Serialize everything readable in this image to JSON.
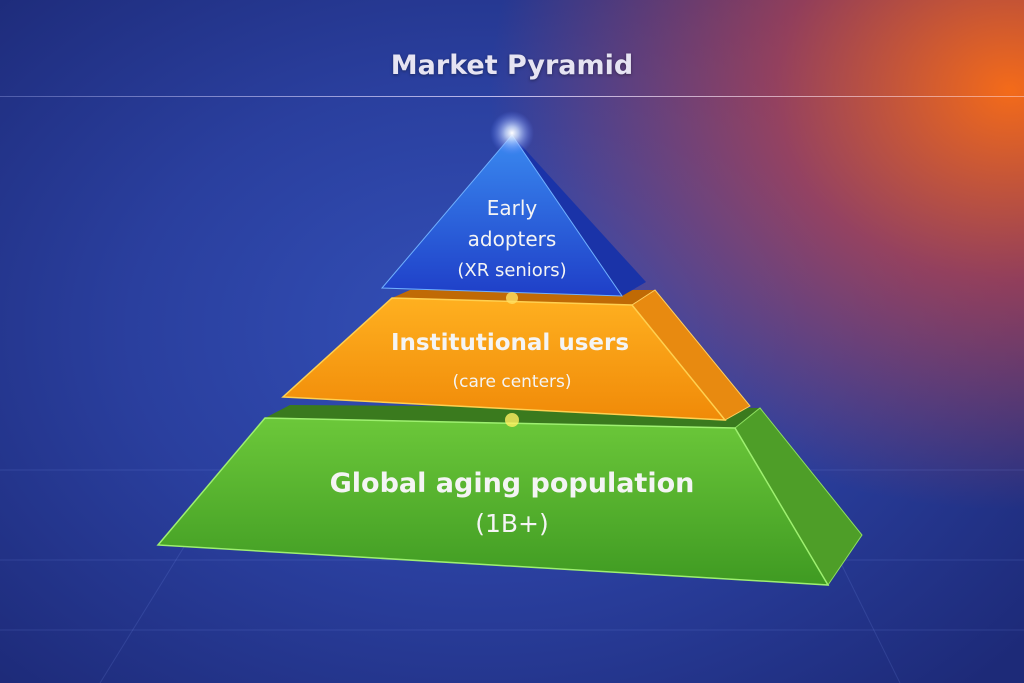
{
  "title": "Market Pyramid",
  "tiers": [
    {
      "lines": [
        "Early",
        "adopters",
        "(XR seniors)"
      ],
      "color": "#2a55d8"
    },
    {
      "lines": [
        "Institutional users",
        "(care centers)"
      ],
      "color": "#f59a10"
    },
    {
      "lines": [
        "Global aging population",
        "(1B+)"
      ],
      "color": "#5cb82e"
    }
  ]
}
